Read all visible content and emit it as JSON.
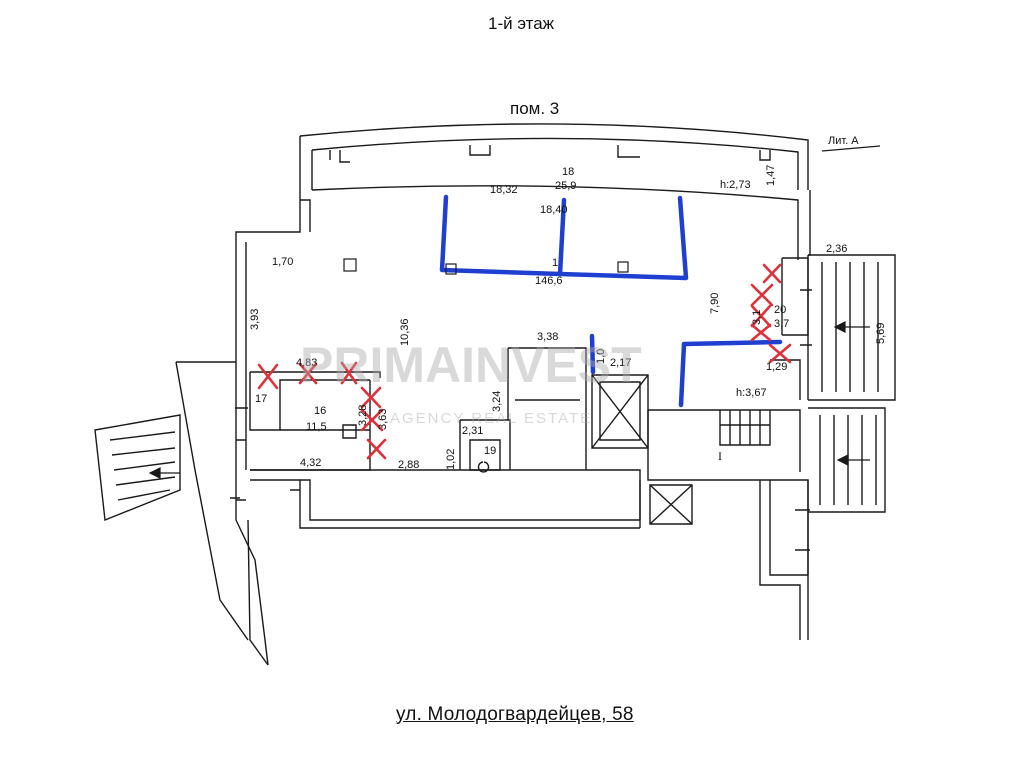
{
  "header": {
    "floor_title": "1-й этаж",
    "premises_title": "пом. 3"
  },
  "footer": {
    "street": "ул. Молодогвардейцев, 58"
  },
  "labels": {
    "lit": "Лит. А",
    "d_18_32": "18,32",
    "room18_num": "18",
    "room18_area": "25,9",
    "h_2_73": "h:2,73",
    "d_1_47": "1,47",
    "d_18_40": "18,40",
    "d_2_36": "2,36",
    "d_1_70": "1,70",
    "room1_num": "1",
    "room1_area": "146,6",
    "d_7_90": "7,90",
    "room20_num": "20",
    "room20_area": "3,7",
    "d_3_1": "3,1",
    "d_5_69": "5,69",
    "d_3_93": "3,93",
    "d_10_36": "10,36",
    "d_3_38": "3,38",
    "d_1_0": "1,0",
    "d_2_17": "2,17",
    "d_1_29": "1,29",
    "d_4_83": "4,83",
    "h_3_67": "h:3,67",
    "room17_num": "17",
    "room16_num": "16",
    "room16_area": "11,5",
    "d_3_28": "3,28",
    "d_3_63": "3,63",
    "d_3_24": "3,24",
    "d_2_31": "2,31",
    "room19_num": "19",
    "d_1_02": "1,02",
    "d_4_32": "4,32",
    "d_2_88": "2,88",
    "roman_I": "I"
  },
  "watermark": {
    "brand": "PRIMAINVEST",
    "tagline": "AGENCY REAL ESTATE"
  },
  "colors": {
    "line": "#1a1a1a",
    "markup_blue": "#1f3fd0",
    "markup_red": "#e0303a",
    "watermark": "#aaaaaa"
  }
}
